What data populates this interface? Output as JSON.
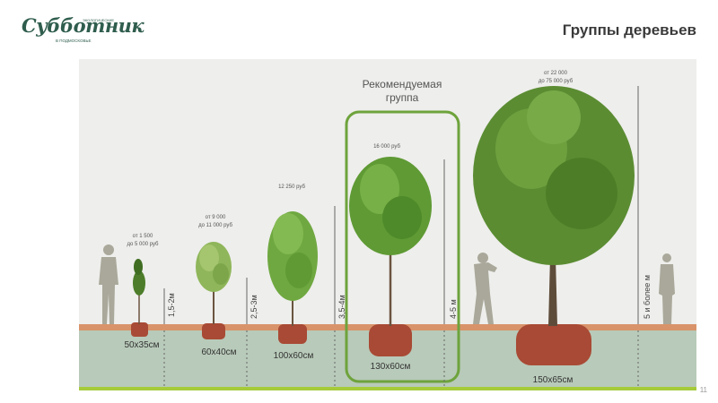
{
  "header": {
    "logo_main": "Субботник",
    "logo_tag": "ЭКОЛОГИЧЕСКИЕ",
    "logo_sub": "В ПОДМОСКОВЬЕ",
    "title": "Группы деревьев",
    "page_number": "11"
  },
  "recommended_label": [
    "Рекомендуемая",
    "группа"
  ],
  "groups": [
    {
      "price": [
        "от 1 500",
        "до 5 000 руб"
      ],
      "height": "1,5-2м",
      "pot": "50x35см"
    },
    {
      "price": [
        "от 9 000",
        "до 11 000 руб"
      ],
      "height": "2,5-3м",
      "pot": "60x40см"
    },
    {
      "price": [
        "12 250 руб"
      ],
      "height": "3,5-4м",
      "pot": "100x60см"
    },
    {
      "price": [
        "16 000 руб"
      ],
      "height": "4-5 м",
      "pot": "130x60см",
      "recommended": true
    },
    {
      "price": [
        "от 22 000",
        "до 75 000 руб"
      ],
      "height": "5 и более м",
      "pot": "150x65см"
    }
  ],
  "colors": {
    "ground_strip": "#d9936a",
    "soil_bg": "#b8cab9",
    "sky_bg": "#eeeeec",
    "grass_line": "#a6cb3a",
    "recommended_border": "#6ea33c",
    "root_ball": "#a84a35",
    "foliage": "#5f9a34",
    "human_silhouette": "#a9a89a"
  },
  "icons": [
    "person-silhouette-icon",
    "tree-icon",
    "logo-icon"
  ]
}
